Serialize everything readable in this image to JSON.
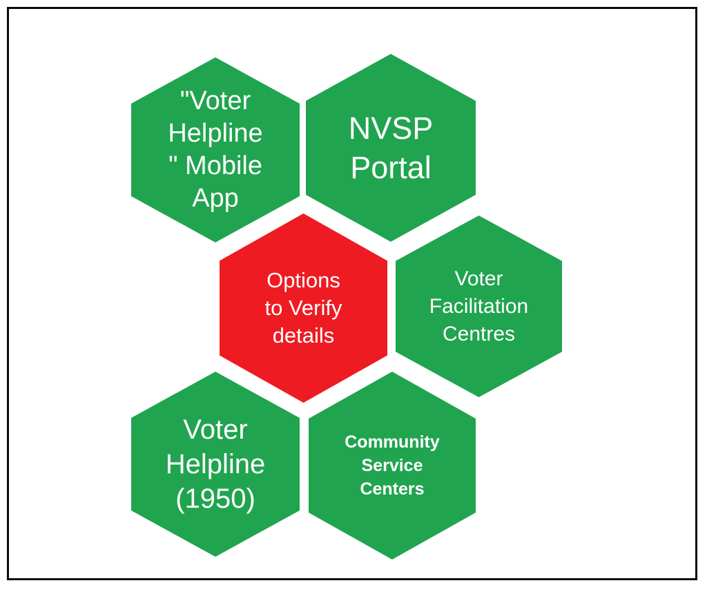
{
  "colors": {
    "green": "#21a44f",
    "red": "#ee1b23",
    "text": "#ffffff",
    "frame": "#0b0b0b",
    "background": "#ffffff"
  },
  "diagram": {
    "type": "hexagon-honeycomb",
    "center_topic": "Options to Verify details"
  },
  "hexagons": [
    {
      "id": "voter-helpline-mobile-app",
      "label": "\"Voter\nHelpline\n\" Mobile\nApp",
      "color_role": "green",
      "position": "top-left"
    },
    {
      "id": "nvsp-portal",
      "label": "NVSP\nPortal",
      "color_role": "green",
      "position": "top-right"
    },
    {
      "id": "options-to-verify-details",
      "label": "Options\nto Verify\ndetails",
      "color_role": "red",
      "position": "center"
    },
    {
      "id": "voter-facilitation-centres",
      "label": "Voter\nFacilitation\nCentres",
      "color_role": "green",
      "position": "middle-right"
    },
    {
      "id": "voter-helpline-1950",
      "label": "Voter\nHelpline\n(1950)",
      "color_role": "green",
      "position": "bottom-left"
    },
    {
      "id": "community-service-centers",
      "label": "Community\nService\nCenters",
      "color_role": "green",
      "position": "bottom-middle"
    }
  ]
}
